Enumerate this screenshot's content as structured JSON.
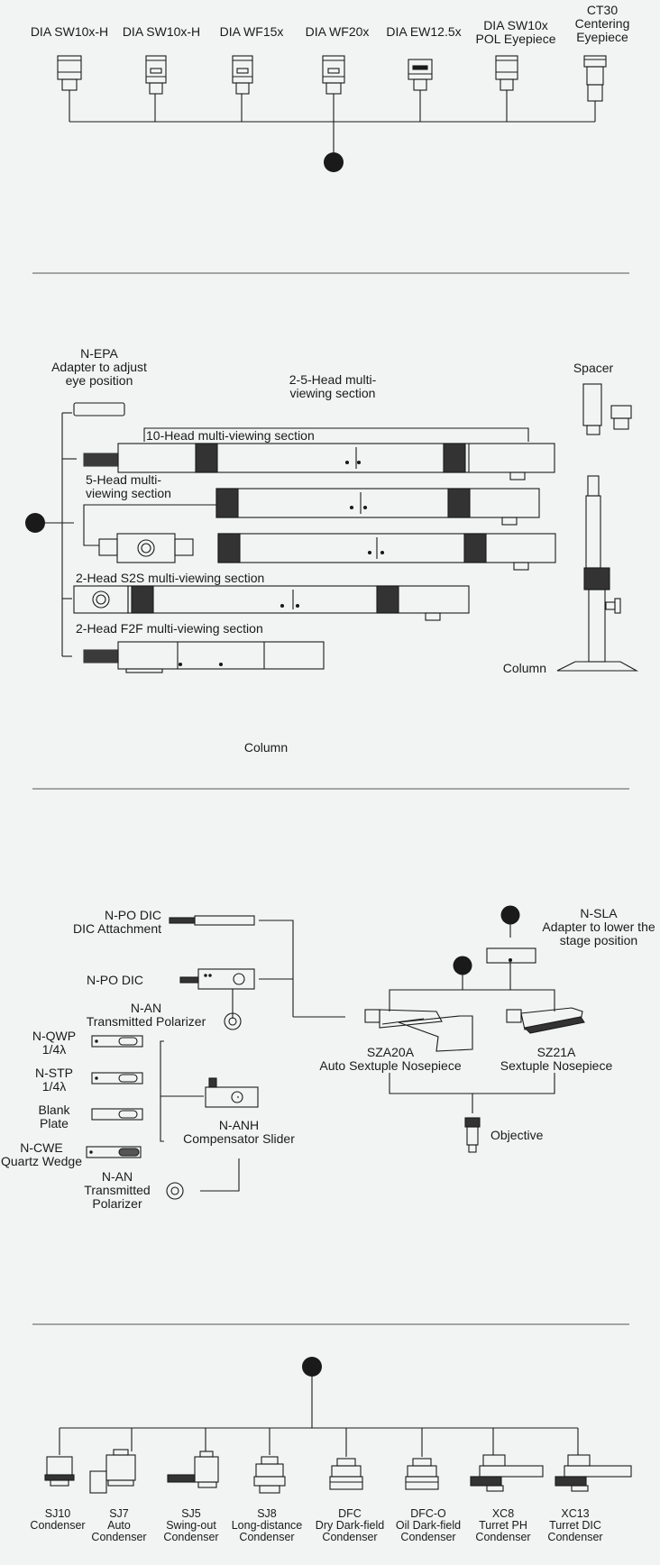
{
  "eyepieces": {
    "items": [
      {
        "label": "DIA SW10x-H"
      },
      {
        "label": "DIA SW10x-H"
      },
      {
        "label": "DIA WF15x"
      },
      {
        "label": "DIA WF20x"
      },
      {
        "label": "DIA EW12.5x"
      },
      {
        "label": "DIA SW10x\nPOL Eyepiece"
      },
      {
        "label": "CT30\nCentering\nEyepiece"
      }
    ]
  },
  "multiview": {
    "nepa": "N-EPA\nAdapter to adjust\neye position",
    "head25": "2-5-Head multi-\nviewing section",
    "head10": "10-Head multi-viewing section",
    "head5": "5-Head multi-\nviewing section",
    "head2s2s": "2-Head S2S multi-viewing section",
    "head2f2f": "2-Head F2F multi-viewing section",
    "spacer": "Spacer",
    "column": "Column",
    "column_caption": "Column"
  },
  "nosepiece": {
    "npo_dic_attach": "N-PO DIC\nDIC Attachment",
    "npo_dic": "N-PO DIC",
    "nan1": "N-AN\nTransmitted Polarizer",
    "nqwp": "N-QWP\n1/4λ",
    "nstp": "N-STP\n1/4λ",
    "blank": "Blank\nPlate",
    "ncwe": "N-CWE\nQuartz Wedge",
    "nanh": "N-ANH\nCompensator Slider",
    "nan2": "N-AN\nTransmitted\nPolarizer",
    "nsla": "N-SLA\nAdapter to lower the\nstage position",
    "sza20a": "SZA20A\nAuto Sextuple Nosepiece",
    "sz21a": "SZ21A\nSextuple Nosepiece",
    "objective": "Objective"
  },
  "condensers": {
    "items": [
      {
        "label": "SJ10\nCondenser"
      },
      {
        "label": "SJ7\nAuto\nCondenser"
      },
      {
        "label": "SJ5\nSwing-out\nCondenser"
      },
      {
        "label": "SJ8\nLong-distance\nCondenser"
      },
      {
        "label": "DFC\nDry Dark-field\nCondenser"
      },
      {
        "label": "DFC-O\nOil Dark-field\nCondenser"
      },
      {
        "label": "XC8\nTurret PH\nCondenser"
      },
      {
        "label": "XC13\nTurret DIC\nCondenser"
      }
    ]
  },
  "colors": {
    "line": "#1a1a1a",
    "background": "#f2f3f3",
    "divider": "#555555"
  }
}
